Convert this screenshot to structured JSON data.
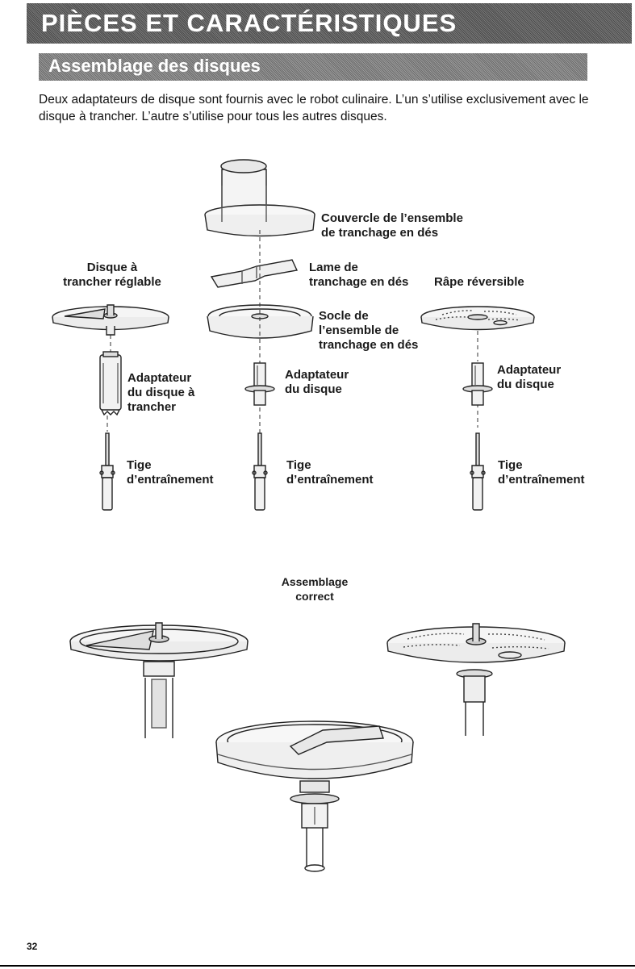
{
  "header": {
    "title": "PIÈCES ET CARACTÉRISTIQUES",
    "section": "Assemblage des disques"
  },
  "intro": "Deux adaptateurs de disque sont fournis avec le robot culinaire. L’un s’utilise exclusivement avec le disque à trancher. L’autre s’utilise pour tous les autres disques.",
  "labels": {
    "couvercle": "Couvercle de l’ensemble\nde tranchage en dés",
    "disque_trancher": "Disque à\ntrancher réglable",
    "lame": "Lame de\ntranchage en dés",
    "rape": "Râpe réversible",
    "socle": "Socle de\nl’ensemble de\ntranchage en dés",
    "adaptateur_trancher": "Adaptateur\ndu disque à\ntrancher",
    "adaptateur_centre": "Adaptateur\ndu disque",
    "adaptateur_droite": "Adaptateur\ndu disque",
    "tige_gauche": "Tige\nd’entraînement",
    "tige_centre": "Tige\nd’entraînement",
    "tige_droite": "Tige\nd’entraînement",
    "assemblage": "Assemblage\ncorrect"
  },
  "footer": {
    "page_number": "32"
  },
  "icons": {
    "couvercle": "dicing-lid-icon",
    "disque": "slicing-disc-icon",
    "lame": "dicing-blade-icon",
    "rape": "grating-disc-icon",
    "socle": "dicing-base-icon",
    "adaptateur": "disc-adapter-icon",
    "tige": "drive-shaft-icon"
  }
}
